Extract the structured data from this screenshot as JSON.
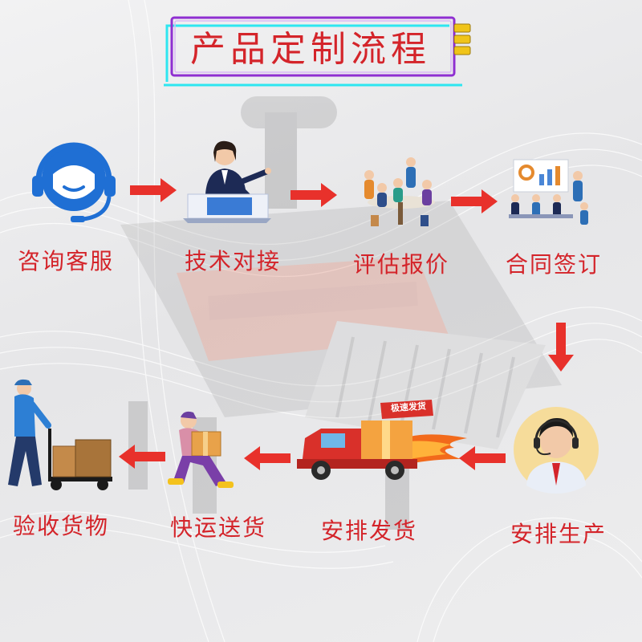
{
  "title": "产品定制流程",
  "steps": [
    {
      "label": "咨询客服",
      "icon": "headset-agent-icon"
    },
    {
      "label": "技术对接",
      "icon": "technician-laptop-icon"
    },
    {
      "label": "评估报价",
      "icon": "team-meeting-icon"
    },
    {
      "label": "合同签订",
      "icon": "presentation-meeting-icon"
    },
    {
      "label": "安排生产",
      "icon": "operator-headset-icon"
    },
    {
      "label": "安排发货",
      "icon": "delivery-truck-icon"
    },
    {
      "label": "快运送货",
      "icon": "courier-running-icon"
    },
    {
      "label": "验收货物",
      "icon": "worker-hand-truck-icon"
    }
  ],
  "truck_banner": "极速发货",
  "colors": {
    "accent": "#d4242a",
    "arrow": "#e8312b",
    "frame_purple": "#8f2fd1",
    "frame_cyan": "#2ee6f0",
    "agent_blue": "#1f6fd4"
  }
}
